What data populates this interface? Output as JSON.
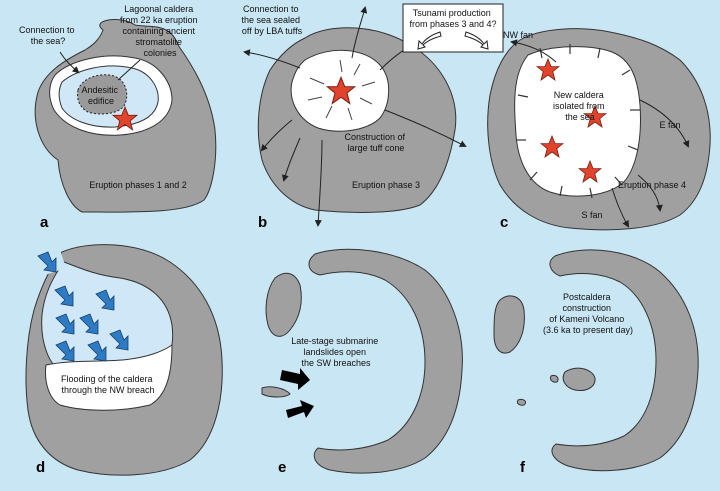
{
  "panels": [
    {
      "letter": "a",
      "lines": [
        "Connection to",
        "the sea?"
      ],
      "caldera_lines": [
        "Lagoonal caldera",
        "from 22 ka eruption",
        "containing ancient",
        "stromatolite",
        "colonies"
      ],
      "edifice_lines": [
        "Andesitic",
        "edifice"
      ],
      "phase": "Eruption phases 1 and 2"
    },
    {
      "letter": "b",
      "lines": [
        "Connection to",
        "the sea sealed",
        "off by LBA tuffs"
      ],
      "cone_lines": [
        "Construction of",
        "large tuff cone"
      ],
      "phase": "Eruption phase 3"
    },
    {
      "letter": "c",
      "tsunami_lines": [
        "Tsunami production",
        "from phases 3 and 4?"
      ],
      "nw": "NW fan",
      "new_caldera_lines": [
        "New caldera",
        "isolated from",
        "the sea"
      ],
      "e": "E fan",
      "phase": "Eruption phase 4",
      "s": "S fan"
    },
    {
      "letter": "d",
      "flood_lines": [
        "Flooding of the caldera",
        "through the NW breach"
      ]
    },
    {
      "letter": "e",
      "landslide_lines": [
        "Late-stage submarine",
        "landslides open",
        "the SW breaches"
      ]
    },
    {
      "letter": "f",
      "kameni_lines": [
        "Postcaldera",
        "construction",
        "of Kameni Volcano",
        "(3.6 ka to present day)"
      ]
    }
  ],
  "colors": {
    "sea": "#c9e6f4",
    "land": "#a0a0a0",
    "caldera_water": "#cfe7f6",
    "star": "#e0442c",
    "flood_arrow": "#2e7bc4"
  }
}
